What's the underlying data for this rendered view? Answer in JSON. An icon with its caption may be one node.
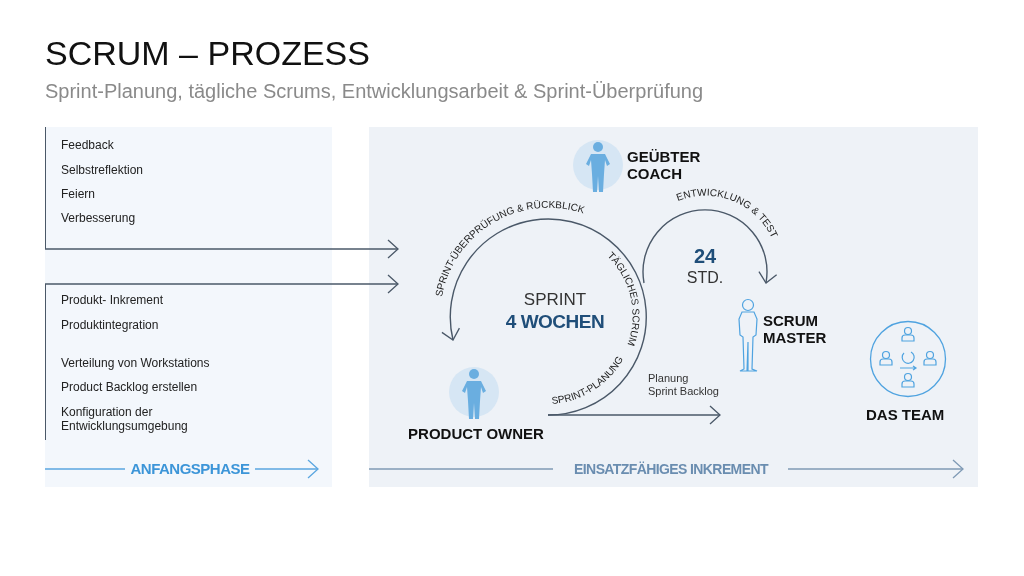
{
  "diagram": {
    "title": "SCRUM – PROZESS",
    "nodes": [
      {
        "text": [
          "Feedback",
          "Selbstreflektion",
          "Feiern",
          "Verbesserung"
        ]
      },
      {
        "text": [
          "Produkt- Inkrement",
          "Produktintegration",
          "Verteilung von Workstations",
          "Product Backlog erstellen",
          "Konfiguration der Entwicklungsumgebung"
        ]
      },
      {
        "text": [
          "GEÜBTER COACH"
        ]
      },
      {
        "text": [
          "SPRINT",
          "4 WOCHEN"
        ]
      },
      {
        "text": [
          "24",
          "STD."
        ]
      },
      {
        "text": [
          "SCRUM MASTER"
        ]
      },
      {
        "text": [
          "PRODUCT OWNER"
        ]
      },
      {
        "text": [
          "DAS TEAM"
        ]
      }
    ],
    "edges": [
      {
        "from": 0,
        "to": null,
        "arrow": "to"
      },
      {
        "from": 1,
        "to": null,
        "arrow": "to"
      }
    ],
    "labels": [
      "Sprint-Planung, tägliche Scrums, Entwicklungsarbeit & Sprint-Überprüfung",
      "SPRINT-ÜBERPRÜFUNG & RÜCKBLICK",
      "TÄGLICHES SCRUM",
      "SPRINT-PLANUNG",
      "ENTWICKLUNG & TEST",
      "Planung Sprint Backlog",
      "ANFANGSPHASE",
      "EINSATZFÄHIGES INKREMENT"
    ]
  }
}
